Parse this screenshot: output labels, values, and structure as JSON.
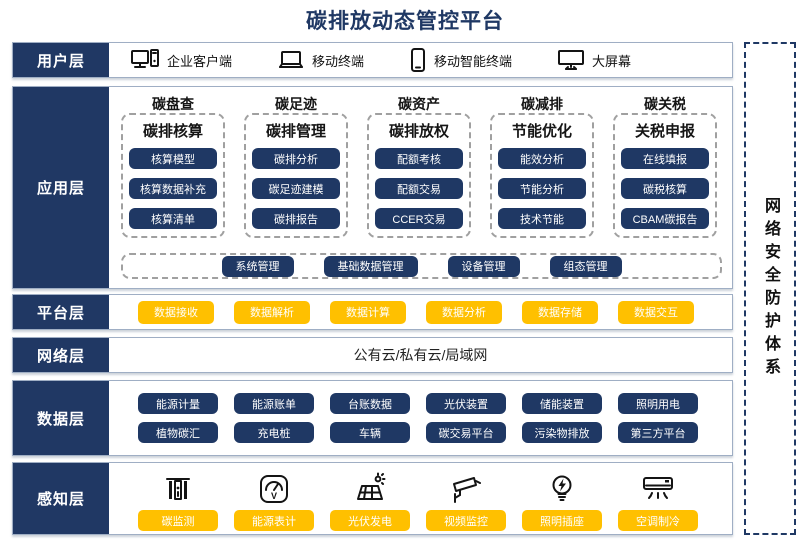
{
  "title": "碳排放动态管控平台",
  "colors": {
    "navy": "#1F3864",
    "navy_dark": "#203864",
    "yellow": "#FFC000",
    "band_border": "#9FAEC4",
    "dashed_border": "#A0A0A0"
  },
  "security": {
    "label": "网络安全防护体系"
  },
  "layers": {
    "user": {
      "label": "用户层",
      "items": [
        {
          "icon": "desktop-pc-icon",
          "label": "企业客户端"
        },
        {
          "icon": "laptop-icon",
          "label": "移动终端"
        },
        {
          "icon": "smartphone-icon",
          "label": "移动智能终端"
        },
        {
          "icon": "large-screen-icon",
          "label": "大屏幕"
        }
      ]
    },
    "app": {
      "label": "应用层",
      "columns": [
        {
          "header": "碳盘查",
          "subtitle": "碳排核算",
          "items": [
            "核算模型",
            "核算数据补充",
            "核算清单"
          ]
        },
        {
          "header": "碳足迹",
          "subtitle": "碳排管理",
          "items": [
            "碳排分析",
            "碳足迹建模",
            "碳排报告"
          ]
        },
        {
          "header": "碳资产",
          "subtitle": "碳排放权",
          "items": [
            "配额考核",
            "配额交易",
            "CCER交易"
          ]
        },
        {
          "header": "碳减排",
          "subtitle": "节能优化",
          "items": [
            "能效分析",
            "节能分析",
            "技术节能"
          ]
        },
        {
          "header": "碳关税",
          "subtitle": "关税申报",
          "items": [
            "在线填报",
            "碳税核算",
            "CBAM碳报告"
          ]
        }
      ],
      "common": [
        "系统管理",
        "基础数据管理",
        "设备管理",
        "组态管理"
      ]
    },
    "platform": {
      "label": "平台层",
      "items": [
        "数据接收",
        "数据解析",
        "数据计算",
        "数据分析",
        "数据存储",
        "数据交互"
      ]
    },
    "network": {
      "label": "网络层",
      "content": "公有云/私有云/局域网"
    },
    "data": {
      "label": "数据层",
      "rows": [
        [
          "能源计量",
          "能源账单",
          "台账数据",
          "光伏装置",
          "储能装置",
          "照明用电"
        ],
        [
          "植物碳汇",
          "充电桩",
          "车辆",
          "碳交易平台",
          "污染物排放",
          "第三方平台"
        ]
      ]
    },
    "perception": {
      "label": "感知层",
      "items": [
        {
          "icon": "industrial-furnace-icon",
          "label": "碳监测"
        },
        {
          "icon": "energy-meter-icon",
          "label": "能源表计"
        },
        {
          "icon": "solar-panel-icon",
          "label": "光伏发电"
        },
        {
          "icon": "cctv-camera-icon",
          "label": "视频监控"
        },
        {
          "icon": "light-bulb-icon",
          "label": "照明插座"
        },
        {
          "icon": "air-conditioner-icon",
          "label": "空调制冷"
        }
      ]
    }
  }
}
